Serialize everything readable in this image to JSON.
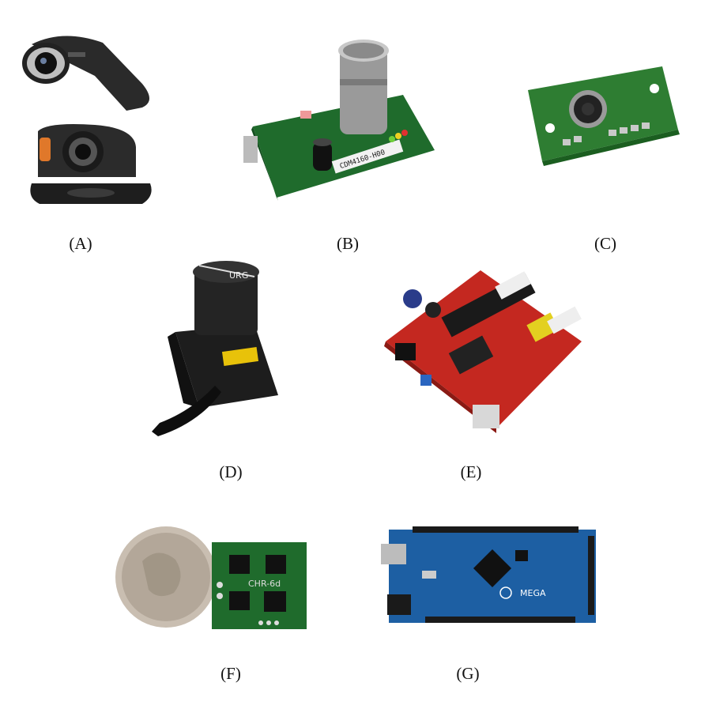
{
  "panels": [
    {
      "id": "A",
      "caption": "(A)",
      "subject": "logitech-webcams-photo"
    },
    {
      "id": "B",
      "caption": "(B)",
      "subject": "co2-sensor-board-photo"
    },
    {
      "id": "C",
      "caption": "(C)",
      "subject": "thermopile-sensor-board-photo"
    },
    {
      "id": "D",
      "caption": "(D)",
      "subject": "hokuyo-laser-scanner-photo"
    },
    {
      "id": "E",
      "caption": "(E)",
      "subject": "red-pic-dev-board-photo"
    },
    {
      "id": "F",
      "caption": "(F)",
      "subject": "chr-6d-imu-with-coin-photo"
    },
    {
      "id": "G",
      "caption": "(G)",
      "subject": "arduino-mega-board-photo"
    }
  ],
  "device_text": {
    "sensor_b_label": "CDM4160-H00",
    "imu_label": "CHR-6d",
    "lidar_label": "URG",
    "arduino_label": "MEGA"
  },
  "colors": {
    "pcb_green": "#1f6b2c",
    "pcb_red": "#c42820",
    "pcb_blue": "#1d5fa3",
    "webcam_black": "#1c1c1c",
    "webcam_orange": "#e0782a"
  }
}
